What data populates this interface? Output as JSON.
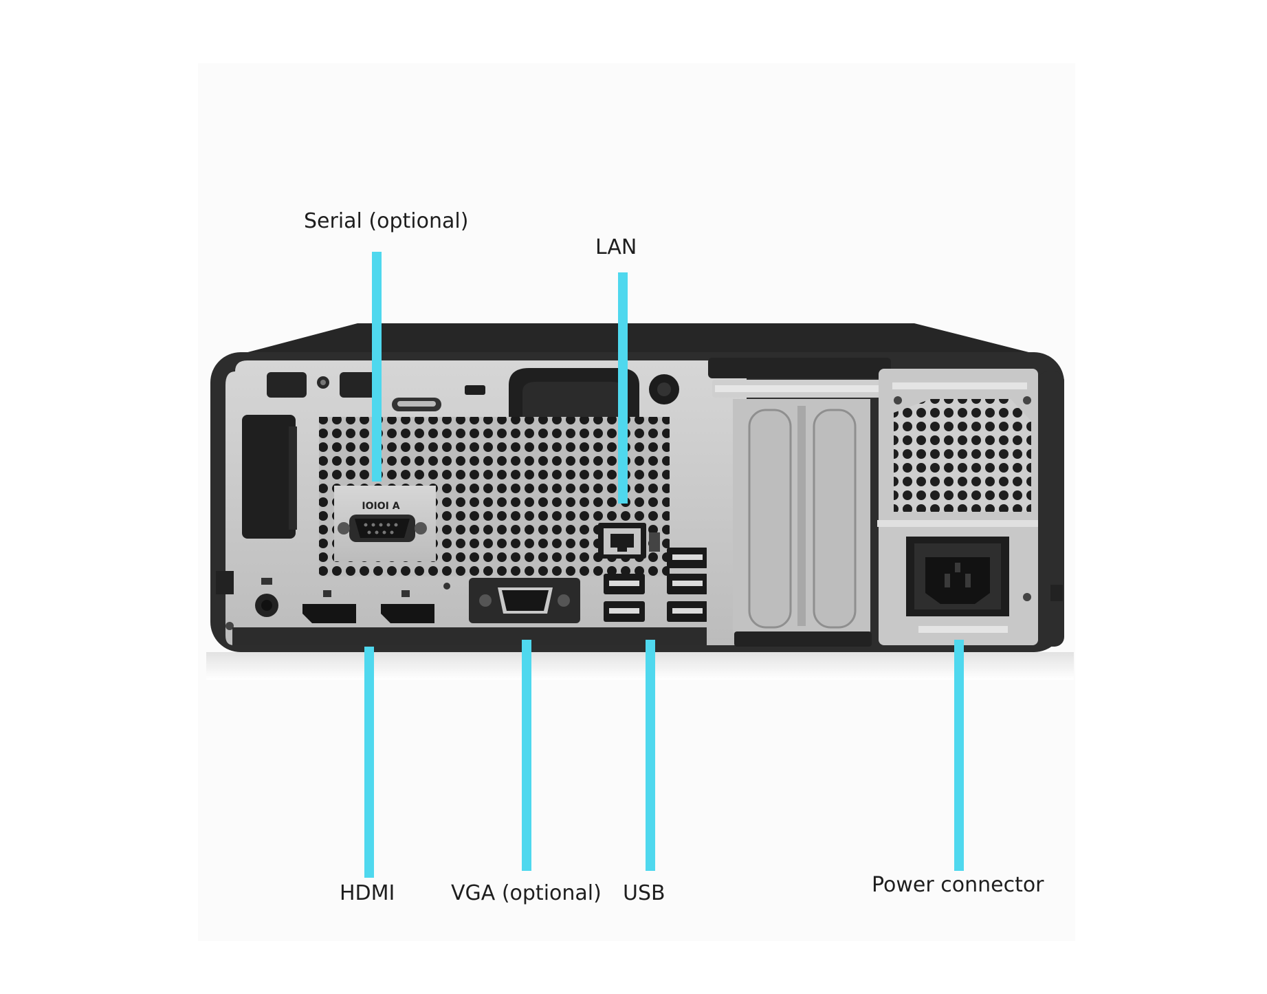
{
  "labels": {
    "serial": "Serial (optional)",
    "lan": "LAN",
    "hdmi": "HDMI",
    "vga": "VGA (optional)",
    "usb": "USB",
    "power": "Power connector"
  },
  "port_markings": {
    "serial": "IOIOI A"
  },
  "colors": {
    "callout_line": "#4fd8ee",
    "chassis_dark": "#2b2b2b",
    "panel_silver": "#c9c9c9",
    "panel_light": "#dcdcdc",
    "port_black": "#161616"
  }
}
